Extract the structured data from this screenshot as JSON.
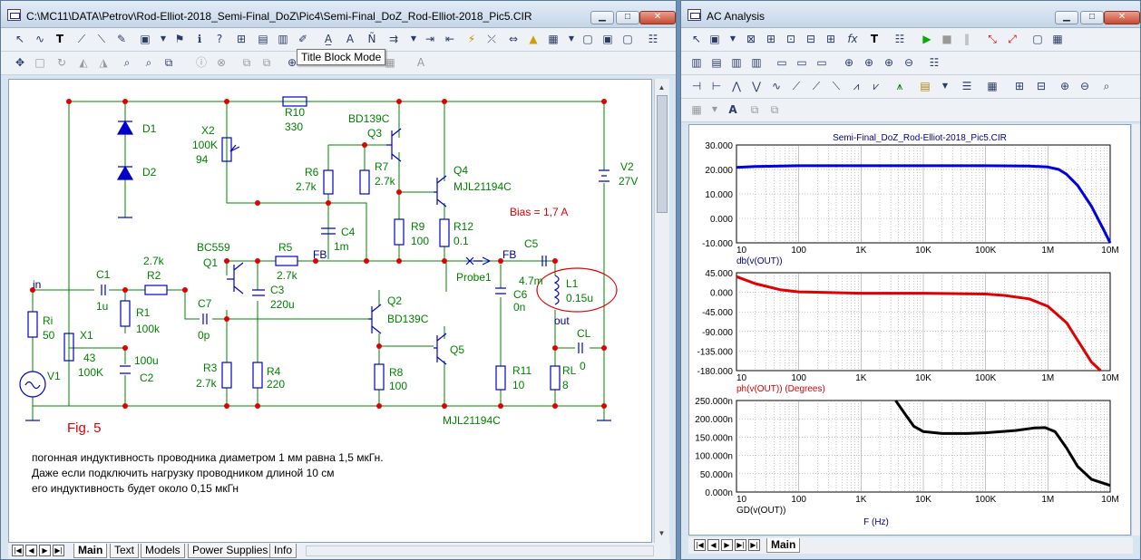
{
  "schematic_window": {
    "title": "C:\\MC11\\DATA\\Petrov\\Rod-Elliot-2018_Semi-Final_DoZ\\Pic4\\Semi-Final_DoZ_Rod-Elliot-2018_Pic5.CIR",
    "tooltip": "Title Block Mode",
    "tabs": [
      "Main",
      "Text",
      "Models",
      "Power Supplies",
      "Info"
    ],
    "active_tab": "Main",
    "components": {
      "D1": "D1",
      "D2": "D2",
      "X2_name": "X2",
      "X2_value": "100K",
      "X2_pos": "94",
      "R10_name": "R10",
      "R10_value": "330",
      "Q3_model": "BD139C",
      "Q3_name": "Q3",
      "Q4_name": "Q4",
      "Q4_model": "MJL21194C",
      "V2_name": "V2",
      "V2_value": "27V",
      "R6_name": "R6",
      "R6_value": "2.7k",
      "R7_name": "R7",
      "R7_value": "2.7k",
      "C4_name": "C4",
      "C4_value": "1m",
      "R9_name": "R9",
      "R9_value": "100",
      "R12_name": "R12",
      "R12_value": "0.1",
      "bias": "Bias = 1,7 A",
      "Q1_model": "BC559",
      "Q1_name": "Q1",
      "R5_name": "R5",
      "R5_value": "2.7k",
      "FB1": "FB",
      "FB2": "FB",
      "C5_name": "C5",
      "C5_value": "4.7m",
      "Probe1": "Probe1",
      "L1_name": "L1",
      "L1_value": "0.15u",
      "in": "in",
      "out": "out",
      "C1_name": "C1",
      "C1_value": "1u",
      "R2_value": "2.7k",
      "R2_name": "R2",
      "C3_name": "C3",
      "C3_value": "220u",
      "C7_name": "C7",
      "C7_value": "0p",
      "R1_name": "R1",
      "R1_value": "100k",
      "Ri_name": "Ri",
      "Ri_value": "50",
      "X1_name": "X1",
      "X1_pos": "43",
      "X1_value": "100K",
      "C2_value": "100u",
      "C2_name": "C2",
      "V1_name": "V1",
      "Q2_name": "Q2",
      "Q2_model": "BD139C",
      "C6_name": "C6",
      "C6_value": "0n",
      "CL_name": "CL",
      "CL_value": "0",
      "Q5_name": "Q5",
      "R3_name": "R3",
      "R3_value": "2.7k",
      "R4_name": "R4",
      "R4_value": "220",
      "R8_name": "R8",
      "R8_value": "100",
      "R11_name": "R11",
      "R11_value": "10",
      "RL_name": "RL",
      "RL_value": "8",
      "Q5_model": "MJL21194C"
    },
    "fig_label": "Fig. 5",
    "notes": [
      "погонная индуктивность проводника диаметром 1 мм равна 1,5 мкГн.",
      "Даже если подключить нагрузку проводником длиной 10 см",
      "его индуктивность будет около 0,15 мкГн"
    ]
  },
  "analysis_window": {
    "title": "AC Analysis",
    "tabs": [
      "Main"
    ],
    "active_tab": "Main"
  },
  "colors": {
    "wire": "#008000",
    "component": "#0000c8",
    "label_green": "#008000",
    "junction": "#e00000",
    "bias_text": "#e00000",
    "trace_db": "#0000e0",
    "trace_ph": "#e00000",
    "trace_gd": "#000000",
    "plot_title": "#000080"
  },
  "chart_data": [
    {
      "type": "line",
      "title": "Semi-Final_DoZ_Rod-Elliot-2018_Pic5.CIR",
      "xlabel": "db(v(OUT))",
      "xscale": "log",
      "xlim": [
        10,
        10000000
      ],
      "ylim": [
        -10,
        30
      ],
      "x_ticks": [
        "10",
        "100",
        "1K",
        "10K",
        "100K",
        "1M",
        "10M"
      ],
      "y_ticks": [
        "30.000",
        "20.000",
        "10.000",
        "0.000",
        "-10.000"
      ],
      "grid": true,
      "series": [
        {
          "name": "db(v(OUT))",
          "x": [
            10,
            20,
            50,
            100,
            1000,
            10000,
            100000,
            500000,
            1000000,
            1500000,
            2000000,
            3000000,
            5000000,
            8000000,
            10000000
          ],
          "y": [
            20.8,
            21.2,
            21.4,
            21.5,
            21.5,
            21.5,
            21.5,
            21.4,
            21.0,
            20.0,
            18.0,
            13.5,
            5.0,
            -5.0,
            -10.0
          ]
        }
      ]
    },
    {
      "type": "line",
      "xlabel": "ph(v(OUT)) (Degrees)",
      "xscale": "log",
      "xlim": [
        10,
        10000000
      ],
      "ylim": [
        -180,
        45
      ],
      "x_ticks": [
        "10",
        "100",
        "1K",
        "10K",
        "100K",
        "1M",
        "10M"
      ],
      "y_ticks": [
        "45.000",
        "0.000",
        "-45.000",
        "-90.000",
        "-135.000",
        "-180.000"
      ],
      "grid": true,
      "series": [
        {
          "name": "ph(v(OUT)) (Degrees)",
          "x": [
            10,
            20,
            50,
            100,
            1000,
            10000,
            100000,
            200000,
            500000,
            1000000,
            2000000,
            3000000,
            5000000,
            7000000
          ],
          "y": [
            36,
            20,
            6,
            1,
            -2,
            -2,
            -4,
            -7,
            -15,
            -32,
            -70,
            -110,
            -160,
            -180
          ]
        }
      ]
    },
    {
      "type": "line",
      "xlabel": "GD(v(OUT))",
      "xscale": "log",
      "xlim": [
        10,
        10000000
      ],
      "ylim": [
        0,
        250
      ],
      "y_unit_suffix": "n",
      "x_ticks": [
        "10",
        "100",
        "1K",
        "10K",
        "100K",
        "1M",
        "10M"
      ],
      "y_ticks": [
        "250.000n",
        "200.000n",
        "150.000n",
        "100.000n",
        "50.000n",
        "0.000n"
      ],
      "x_axis_label": "F (Hz)",
      "grid": true,
      "series": [
        {
          "name": "GD(v(OUT))",
          "x": [
            3600,
            5000,
            7000,
            10000,
            20000,
            50000,
            100000,
            300000,
            600000,
            900000,
            1300000,
            2000000,
            3000000,
            5000000,
            10000000
          ],
          "y": [
            250,
            215,
            180,
            165,
            160,
            160,
            162,
            168,
            175,
            176,
            165,
            120,
            70,
            35,
            18
          ]
        }
      ]
    }
  ]
}
